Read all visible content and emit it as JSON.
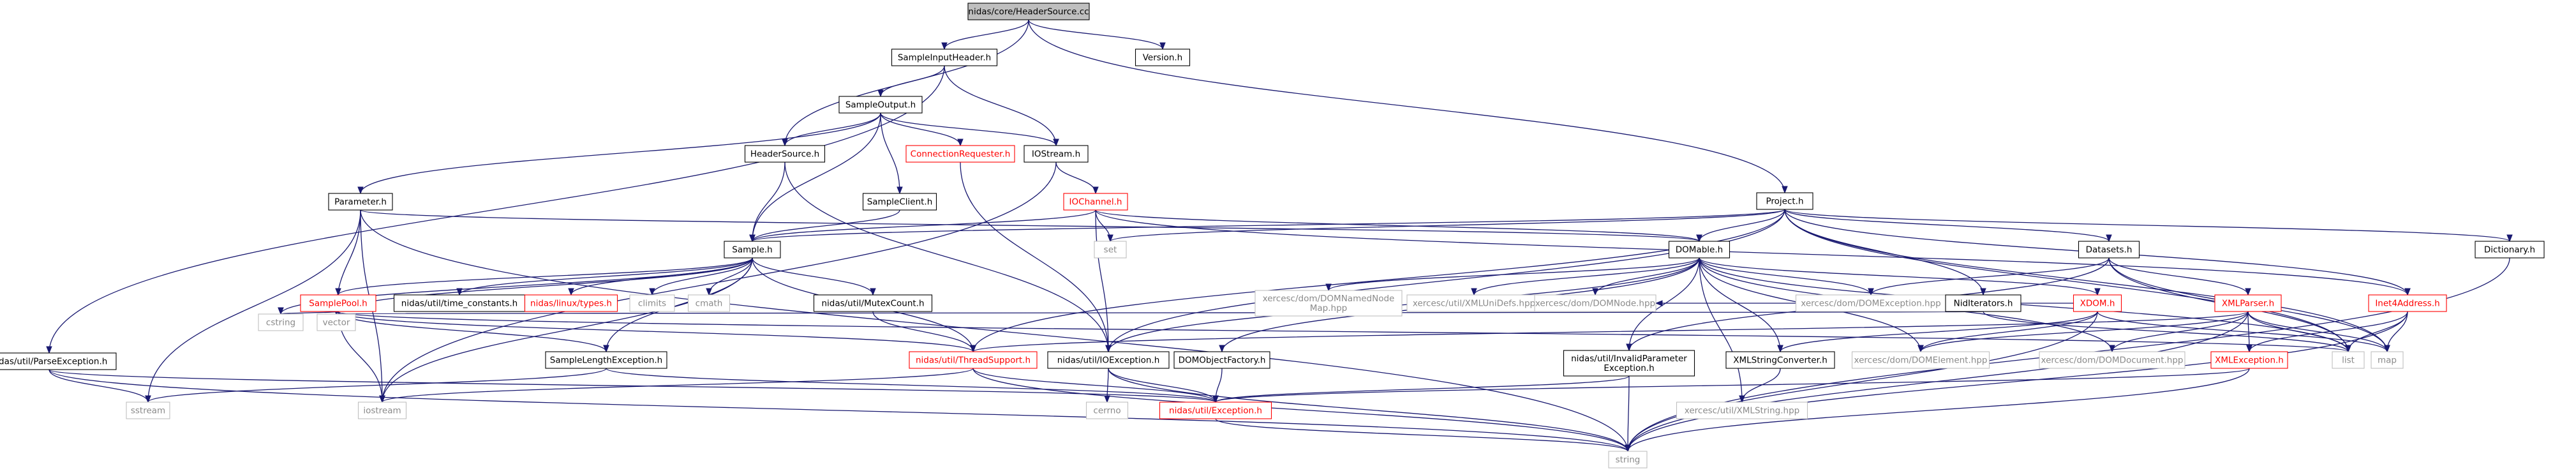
{
  "graph": {
    "root": "nidas/core/HeaderSource.cc",
    "colors": {
      "edge": "#191970",
      "root_fill": "#bfbfbf",
      "missing_file": "#ff0000",
      "external_include": "#bfbfbf"
    },
    "nodes": [
      {
        "id": "root",
        "label": "nidas/core/HeaderSource.cc",
        "style": "root"
      },
      {
        "id": "sampleinputheader",
        "label": "SampleInputHeader.h",
        "style": "normal"
      },
      {
        "id": "version",
        "label": "Version.h",
        "style": "normal"
      },
      {
        "id": "project",
        "label": "Project.h",
        "style": "normal"
      },
      {
        "id": "sampleoutput",
        "label": "SampleOutput.h",
        "style": "normal"
      },
      {
        "id": "iostreamh",
        "label": "IOStream.h",
        "style": "normal"
      },
      {
        "id": "parseexception",
        "label": "nidas/util/ParseException.h",
        "style": "normal"
      },
      {
        "id": "headersourceh",
        "label": "HeaderSource.h",
        "style": "normal"
      },
      {
        "id": "connreq",
        "label": "ConnectionRequester.h",
        "style": "red"
      },
      {
        "id": "parameter",
        "label": "Parameter.h",
        "style": "normal"
      },
      {
        "id": "sampleclient",
        "label": "SampleClient.h",
        "style": "normal"
      },
      {
        "id": "iochannel",
        "label": "IOChannel.h",
        "style": "red"
      },
      {
        "id": "sampleh",
        "label": "Sample.h",
        "style": "normal"
      },
      {
        "id": "set",
        "label": "set",
        "style": "grey"
      },
      {
        "id": "domable",
        "label": "DOMable.h",
        "style": "normal"
      },
      {
        "id": "datasets",
        "label": "Datasets.h",
        "style": "normal"
      },
      {
        "id": "dictionary",
        "label": "Dictionary.h",
        "style": "normal"
      },
      {
        "id": "samplepool",
        "label": "SamplePool.h",
        "style": "red"
      },
      {
        "id": "timeconst",
        "label": "nidas/util/time_constants.h",
        "style": "normal"
      },
      {
        "id": "linuxtypes",
        "label": "nidas/linux/types.h",
        "style": "red"
      },
      {
        "id": "climits",
        "label": "climits",
        "style": "grey"
      },
      {
        "id": "cmath",
        "label": "cmath",
        "style": "grey"
      },
      {
        "id": "mutexcount",
        "label": "nidas/util/MutexCount.h",
        "style": "normal"
      },
      {
        "id": "domnamednodemap",
        "label": "xercesc/dom/DOMNamedNode\nMap.hpp",
        "style": "grey"
      },
      {
        "id": "xmlunidefs",
        "label": "xercesc/util/XMLUniDefs.hpp",
        "style": "grey"
      },
      {
        "id": "domnode",
        "label": "xercesc/dom/DOMNode.hpp",
        "style": "grey"
      },
      {
        "id": "domexception",
        "label": "xercesc/dom/DOMException.hpp",
        "style": "grey"
      },
      {
        "id": "niditerators",
        "label": "NidIterators.h",
        "style": "normal"
      },
      {
        "id": "xdom",
        "label": "XDOM.h",
        "style": "red"
      },
      {
        "id": "xmlparser",
        "label": "XMLParser.h",
        "style": "red"
      },
      {
        "id": "inet4address",
        "label": "Inet4Address.h",
        "style": "red"
      },
      {
        "id": "cstring",
        "label": "cstring",
        "style": "grey"
      },
      {
        "id": "vector",
        "label": "vector",
        "style": "grey"
      },
      {
        "id": "samplelengthexc",
        "label": "SampleLengthException.h",
        "style": "normal"
      },
      {
        "id": "threadsupport",
        "label": "nidas/util/ThreadSupport.h",
        "style": "red"
      },
      {
        "id": "ioexception",
        "label": "nidas/util/IOException.h",
        "style": "normal"
      },
      {
        "id": "domobjectfactory",
        "label": "DOMObjectFactory.h",
        "style": "normal"
      },
      {
        "id": "invalidparam",
        "label": "nidas/util/InvalidParameter\nException.h",
        "style": "normal"
      },
      {
        "id": "xmlstringconv",
        "label": "XMLStringConverter.h",
        "style": "normal"
      },
      {
        "id": "domelement",
        "label": "xercesc/dom/DOMElement.hpp",
        "style": "grey"
      },
      {
        "id": "domdocument",
        "label": "xercesc/dom/DOMDocument.hpp",
        "style": "grey"
      },
      {
        "id": "xmlexception",
        "label": "XMLException.h",
        "style": "red"
      },
      {
        "id": "list",
        "label": "list",
        "style": "grey"
      },
      {
        "id": "map",
        "label": "map",
        "style": "grey"
      },
      {
        "id": "sstream",
        "label": "sstream",
        "style": "grey"
      },
      {
        "id": "iostream",
        "label": "iostream",
        "style": "grey"
      },
      {
        "id": "cerrno",
        "label": "cerrno",
        "style": "grey"
      },
      {
        "id": "exception",
        "label": "nidas/util/Exception.h",
        "style": "red"
      },
      {
        "id": "xmlstring",
        "label": "xercesc/util/XMLString.hpp",
        "style": "grey"
      },
      {
        "id": "string",
        "label": "string",
        "style": "grey"
      }
    ],
    "edges": [
      [
        "root",
        "sampleinputheader"
      ],
      [
        "root",
        "version"
      ],
      [
        "root",
        "project"
      ],
      [
        "root",
        "headersourceh"
      ],
      [
        "sampleinputheader",
        "sampleoutput"
      ],
      [
        "sampleinputheader",
        "iostreamh"
      ],
      [
        "sampleinputheader",
        "parseexception"
      ],
      [
        "sampleoutput",
        "headersourceh"
      ],
      [
        "sampleoutput",
        "connreq"
      ],
      [
        "sampleoutput",
        "iostreamh"
      ],
      [
        "sampleoutput",
        "parameter"
      ],
      [
        "sampleoutput",
        "sampleclient"
      ],
      [
        "sampleoutput",
        "sampleh"
      ],
      [
        "headersourceh",
        "sampleh"
      ],
      [
        "headersourceh",
        "ioexception"
      ],
      [
        "connreq",
        "ioexception"
      ],
      [
        "iostreamh",
        "iochannel"
      ],
      [
        "iostreamh",
        "iostream"
      ],
      [
        "iochannel",
        "sampleh"
      ],
      [
        "iochannel",
        "set"
      ],
      [
        "iochannel",
        "ioexception"
      ],
      [
        "iochannel",
        "domable"
      ],
      [
        "iochannel",
        "inet4address"
      ],
      [
        "sampleclient",
        "sampleh"
      ],
      [
        "parameter",
        "domable"
      ],
      [
        "parameter",
        "sstream"
      ],
      [
        "parameter",
        "iostream"
      ],
      [
        "parameter",
        "vector"
      ],
      [
        "parameter",
        "string"
      ],
      [
        "project",
        "sampleh"
      ],
      [
        "project",
        "set"
      ],
      [
        "project",
        "domable"
      ],
      [
        "project",
        "datasets"
      ],
      [
        "project",
        "dictionary"
      ],
      [
        "project",
        "niditerators"
      ],
      [
        "project",
        "threadsupport"
      ],
      [
        "project",
        "ioexception"
      ],
      [
        "project",
        "list"
      ],
      [
        "project",
        "map"
      ],
      [
        "project",
        "inet4address"
      ],
      [
        "sampleh",
        "samplepool"
      ],
      [
        "sampleh",
        "timeconst"
      ],
      [
        "sampleh",
        "linuxtypes"
      ],
      [
        "sampleh",
        "climits"
      ],
      [
        "sampleh",
        "cmath"
      ],
      [
        "sampleh",
        "mutexcount"
      ],
      [
        "sampleh",
        "samplelengthexc"
      ],
      [
        "sampleh",
        "threadsupport"
      ],
      [
        "sampleh",
        "cstring"
      ],
      [
        "sampleh",
        "vector"
      ],
      [
        "sampleh",
        "iostream"
      ],
      [
        "samplepool",
        "threadsupport"
      ],
      [
        "samplepool",
        "vector"
      ],
      [
        "samplepool",
        "cstring"
      ],
      [
        "samplepool",
        "iostream"
      ],
      [
        "samplepool",
        "samplelengthexc"
      ],
      [
        "samplepool",
        "list"
      ],
      [
        "mutexcount",
        "threadsupport"
      ],
      [
        "samplelengthexc",
        "exception"
      ],
      [
        "samplelengthexc",
        "sstream"
      ],
      [
        "threadsupport",
        "exception"
      ],
      [
        "threadsupport",
        "iostream"
      ],
      [
        "threadsupport",
        "string"
      ],
      [
        "ioexception",
        "exception"
      ],
      [
        "ioexception",
        "cerrno"
      ],
      [
        "ioexception",
        "string"
      ],
      [
        "domable",
        "domnamednodemap"
      ],
      [
        "domable",
        "xmlunidefs"
      ],
      [
        "domable",
        "domnode"
      ],
      [
        "domable",
        "domexception"
      ],
      [
        "domable",
        "domobjectfactory"
      ],
      [
        "domable",
        "invalidparam"
      ],
      [
        "domable",
        "xmlstringconv"
      ],
      [
        "domable",
        "domelement"
      ],
      [
        "domable",
        "domdocument"
      ],
      [
        "domable",
        "xdom"
      ],
      [
        "domable",
        "xmlstring"
      ],
      [
        "domable",
        "ioexception"
      ],
      [
        "domable",
        "list"
      ],
      [
        "domobjectfactory",
        "exception"
      ],
      [
        "invalidparam",
        "exception"
      ],
      [
        "invalidparam",
        "string"
      ],
      [
        "xmlstringconv",
        "xmlstring"
      ],
      [
        "xdom",
        "domelement"
      ],
      [
        "xdom",
        "xmlstringconv"
      ],
      [
        "xdom",
        "string"
      ],
      [
        "xdom",
        "map"
      ],
      [
        "xdom",
        "domnode"
      ],
      [
        "datasets",
        "domexception"
      ],
      [
        "datasets",
        "xmlparser"
      ],
      [
        "datasets",
        "invalidparam"
      ],
      [
        "datasets",
        "list"
      ],
      [
        "datasets",
        "map"
      ],
      [
        "xmlparser",
        "xmlexception"
      ],
      [
        "xmlparser",
        "domdocument"
      ],
      [
        "xmlparser",
        "domelement"
      ],
      [
        "xmlparser",
        "list"
      ],
      [
        "xmlparser",
        "map"
      ],
      [
        "xmlparser",
        "string"
      ],
      [
        "xmlparser",
        "threadsupport"
      ],
      [
        "xmlexception",
        "exception"
      ],
      [
        "xmlexception",
        "string"
      ],
      [
        "inet4address",
        "list"
      ],
      [
        "inet4address",
        "map"
      ],
      [
        "inet4address",
        "string"
      ],
      [
        "inet4address",
        "xmlexception"
      ],
      [
        "niditerators",
        "vector"
      ],
      [
        "niditerators",
        "list"
      ],
      [
        "parseexception",
        "exception"
      ],
      [
        "parseexception",
        "sstream"
      ],
      [
        "parseexception",
        "string"
      ],
      [
        "dictionary",
        "string"
      ],
      [
        "exception",
        "string"
      ]
    ]
  }
}
